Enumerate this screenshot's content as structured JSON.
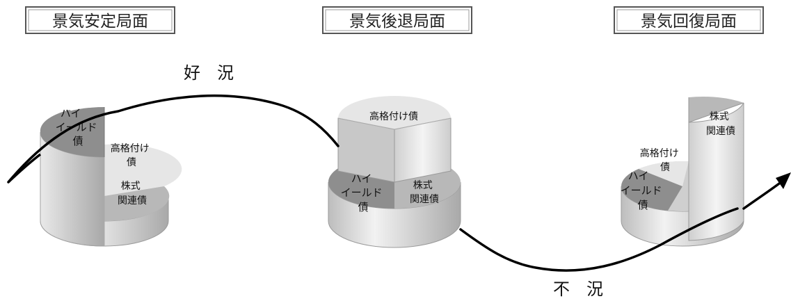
{
  "phases": [
    {
      "title": "景気安定局面"
    },
    {
      "title": "景気後退局面"
    },
    {
      "title": "景気回復局面"
    }
  ],
  "cycle": {
    "boom": "好　況",
    "slump": "不　況"
  },
  "segments": {
    "high_yield": [
      "ハイ",
      "イールド",
      "債"
    ],
    "high_grade": [
      "高格付け",
      "債"
    ],
    "high_grade_single": "高格付け債",
    "equity": [
      "株式",
      "関連債"
    ]
  },
  "colors": {
    "high_yield": "#8e8e8e",
    "high_grade": "#e6e6e6",
    "equity": "#b8b8b8",
    "base": "#d8d8d8",
    "curve": "#000000"
  }
}
